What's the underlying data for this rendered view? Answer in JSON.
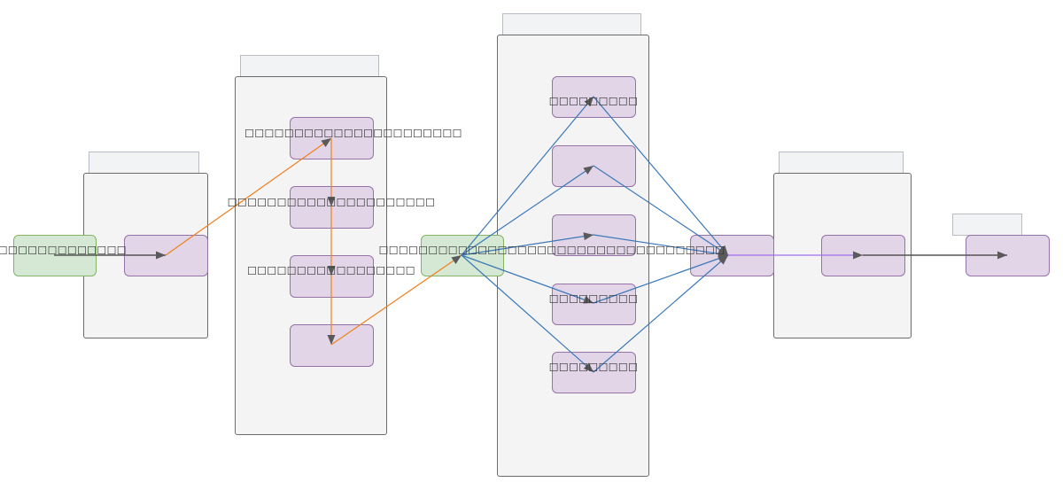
{
  "diagram": {
    "colors": {
      "edge_orange": "#f08020",
      "edge_blue": "#3b78b8",
      "edge_gray": "#555555",
      "edge_purple": "#a36cf0",
      "arrowhead": "#5a5a5a",
      "node_purple_fill": "#e1d5e7",
      "node_purple_stroke": "#9673a6",
      "node_green_fill": "#d5e8d4",
      "node_green_stroke": "#82b366",
      "group_fill": "#f4f4f4",
      "group_header_fill": "#f2f3f5"
    },
    "groups": [
      {
        "id": "group-1",
        "header": ""
      },
      {
        "id": "group-2",
        "header": ""
      },
      {
        "id": "group-3",
        "header": ""
      },
      {
        "id": "group-4",
        "header": ""
      },
      {
        "id": "group-5",
        "header": ""
      }
    ],
    "labels": {
      "start": "□□□□□□□□□□□□□□□□□",
      "g2_node1": "□□□□□□□□□□□□□□□□□□□□□□",
      "g2_node2": "□□□□□□□□□□□□□□□□□□□□□",
      "g2_node3": "□□□□□□□□□□□□□□□□□",
      "g2_node4": "",
      "g1_node1": "",
      "fork": "□□□□□□□□□□□□□□□□□□□□□□□□□□□□□□□□□□□",
      "g3_node1": "□□□□□□□□□",
      "g3_node2": "",
      "g3_node3": "",
      "g3_node4": "□□□□□□□□□",
      "g3_node5": "□□□□□□□□□",
      "join": "",
      "g4_node1": "",
      "end": ""
    },
    "edges": [
      {
        "from": "start",
        "to": "g1_node1",
        "color": "edge_gray"
      },
      {
        "from": "g1_node1",
        "to": "g2_node1",
        "color": "edge_orange"
      },
      {
        "from": "g2_node1",
        "to": "g2_node2",
        "color": "edge_orange"
      },
      {
        "from": "g2_node2",
        "to": "g2_node3",
        "color": "edge_orange"
      },
      {
        "from": "g2_node3",
        "to": "g2_node4",
        "color": "edge_orange"
      },
      {
        "from": "g2_node4",
        "to": "fork",
        "color": "edge_orange"
      },
      {
        "from": "fork",
        "to": "g3_node1",
        "color": "edge_blue"
      },
      {
        "from": "fork",
        "to": "g3_node2",
        "color": "edge_blue"
      },
      {
        "from": "fork",
        "to": "g3_node3",
        "color": "edge_blue"
      },
      {
        "from": "fork",
        "to": "g3_node4",
        "color": "edge_blue"
      },
      {
        "from": "fork",
        "to": "g3_node5",
        "color": "edge_blue"
      },
      {
        "from": "g3_node1",
        "to": "join",
        "color": "edge_blue"
      },
      {
        "from": "g3_node2",
        "to": "join",
        "color": "edge_blue"
      },
      {
        "from": "g3_node3",
        "to": "join",
        "color": "edge_blue"
      },
      {
        "from": "g3_node4",
        "to": "join",
        "color": "edge_blue"
      },
      {
        "from": "g3_node5",
        "to": "join",
        "color": "edge_blue"
      },
      {
        "from": "join",
        "to": "g4_node1",
        "color": "edge_purple"
      },
      {
        "from": "g4_node1",
        "to": "end",
        "color": "edge_gray"
      }
    ]
  }
}
